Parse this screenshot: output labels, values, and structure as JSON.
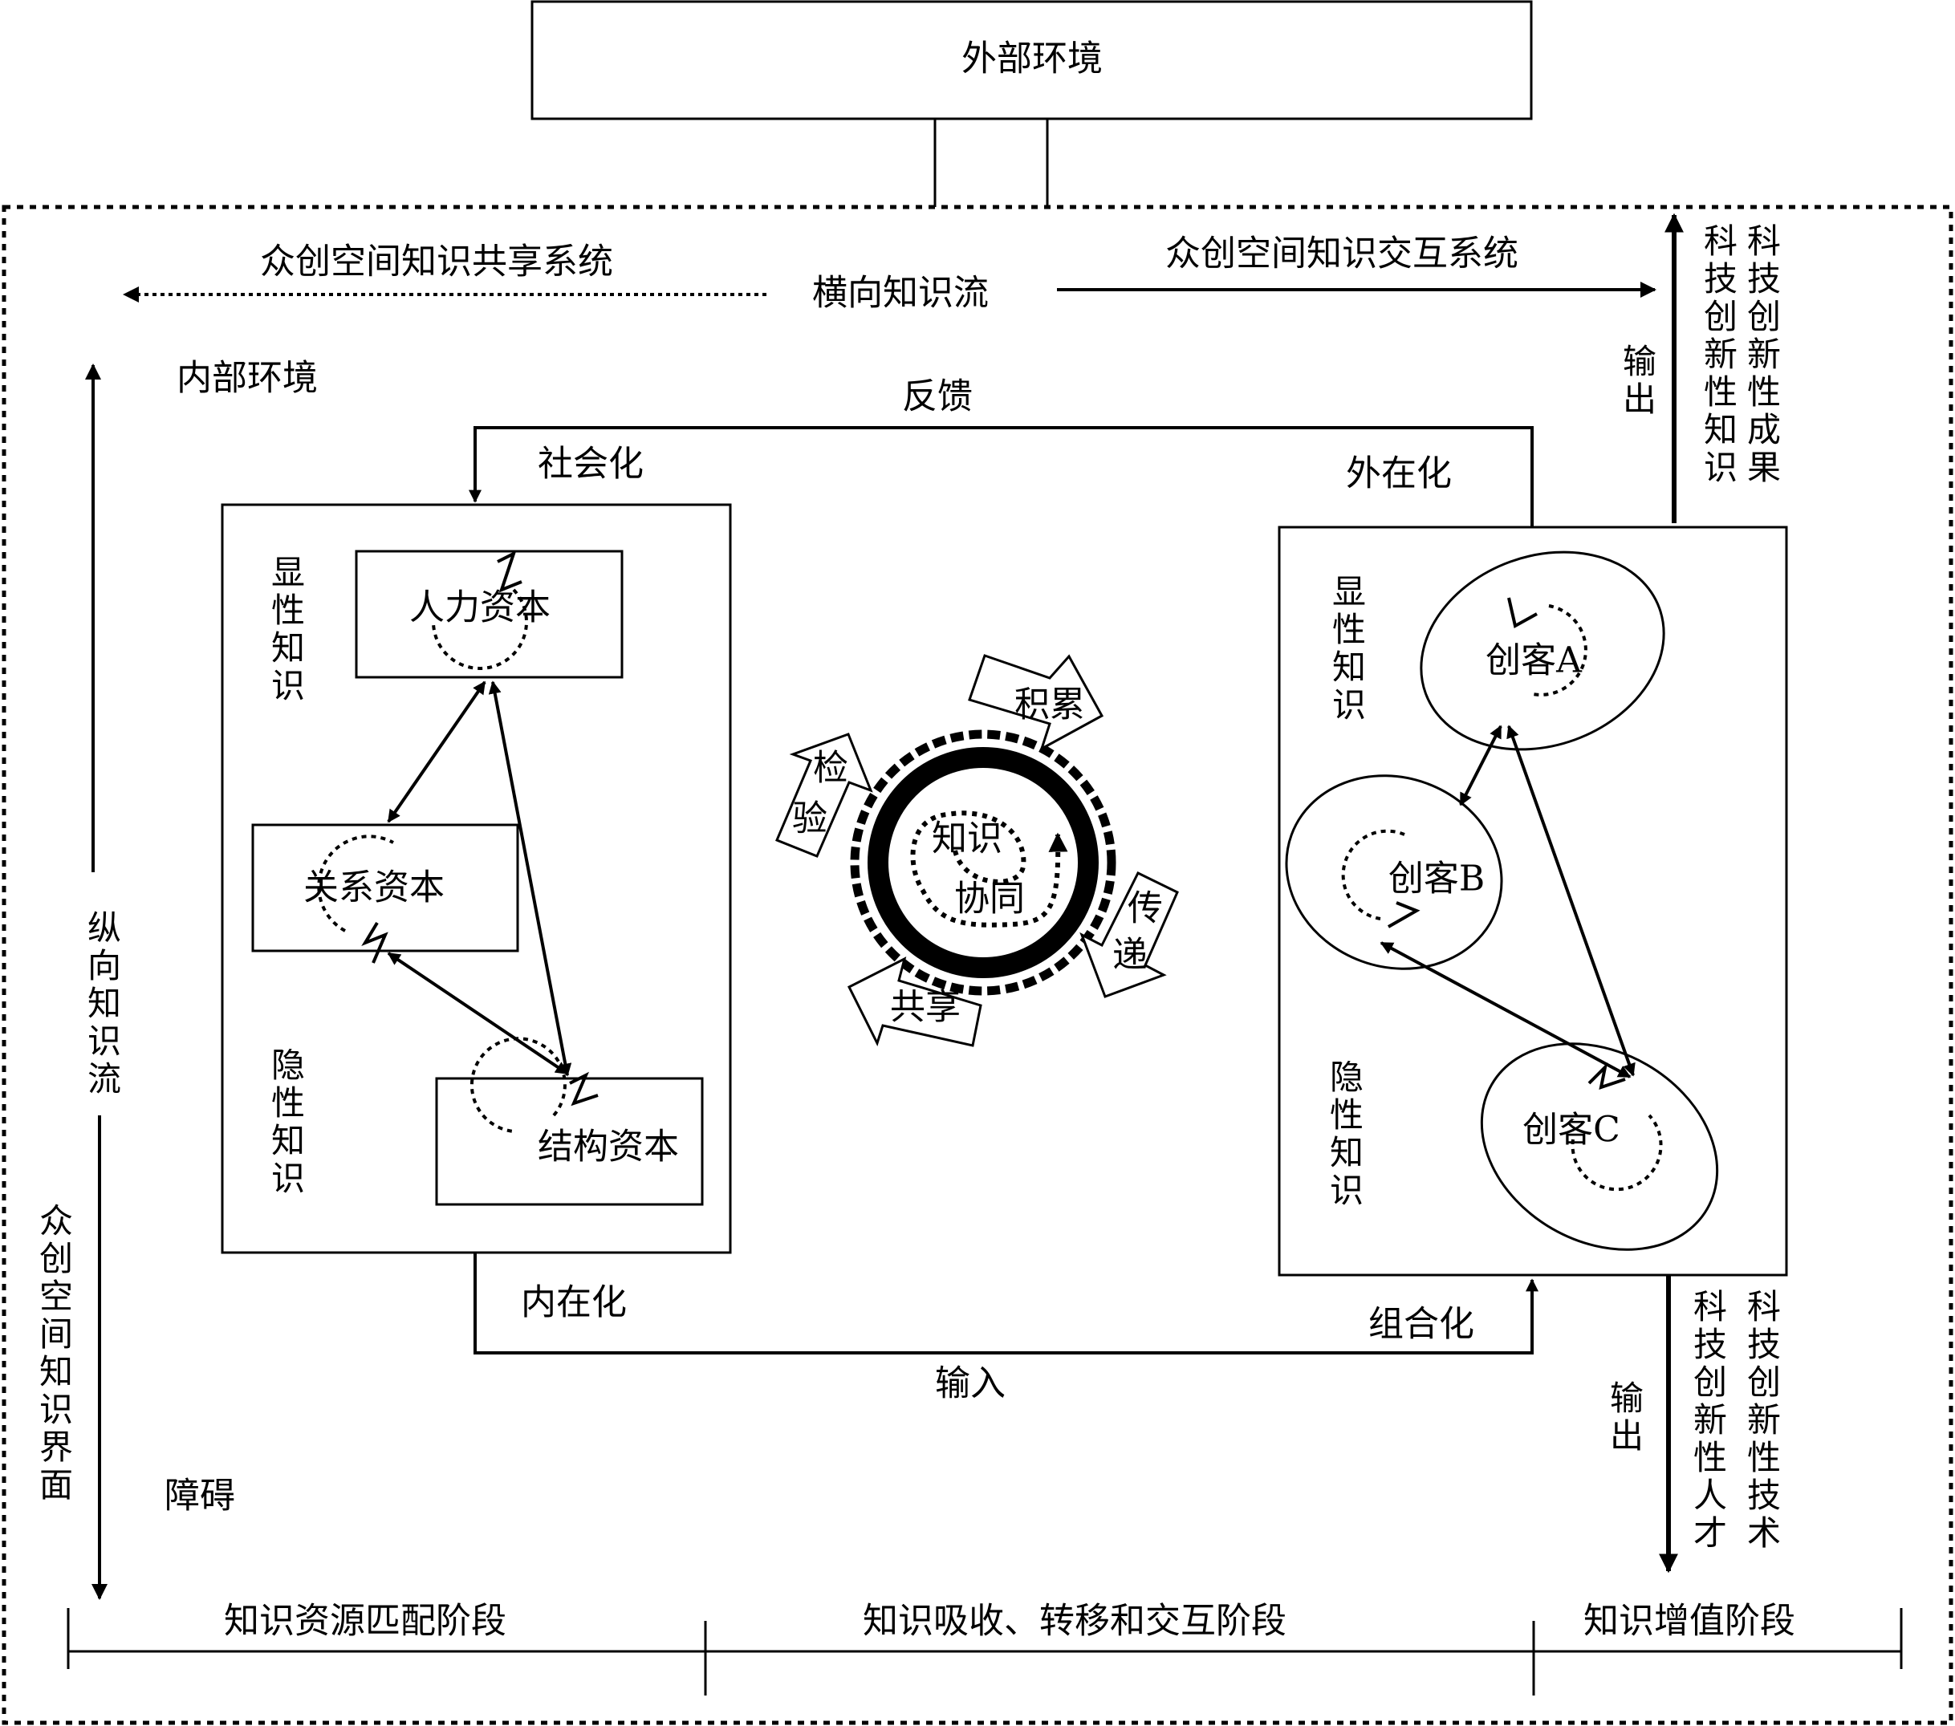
{
  "external_env": "外部环境",
  "internal_env": "内部环境",
  "horizontal_flow": "横向知识流",
  "sharing_system": "众创空间知识共享系统",
  "interaction_system": "众创空间知识交互系统",
  "vertical_flow": "纵向知识流",
  "interface": "众创空间知识界面",
  "barrier": "障碍",
  "feedback": "反馈",
  "input": "输入",
  "socialization": "社会化",
  "externalization": "外在化",
  "internalization": "内在化",
  "combination": "组合化",
  "left_box": {
    "explicit": "显性知识",
    "tacit": "隐性知识",
    "human_capital": "人力资本",
    "relation_capital": "关系资本",
    "structure_capital": "结构资本"
  },
  "right_box": {
    "explicit": "显性知识",
    "tacit": "隐性知识",
    "maker_a": "创客A",
    "maker_b": "创客B",
    "maker_c": "创客C"
  },
  "center": {
    "line1": "知识",
    "line2": "协同",
    "accumulate": "积累",
    "verify": [
      "检",
      "验"
    ],
    "transfer": [
      "传",
      "递"
    ],
    "share": "共享"
  },
  "output_top": {
    "label": "输出",
    "col1": "科技创新性成果",
    "col2": "科技创新性知识"
  },
  "output_bottom": {
    "label": "输出",
    "col1": "科技创新性技术",
    "col2": "科技创新性人才"
  },
  "stages": [
    "知识资源匹配阶段",
    "知识吸收、转移和交互阶段",
    "知识增值阶段"
  ]
}
